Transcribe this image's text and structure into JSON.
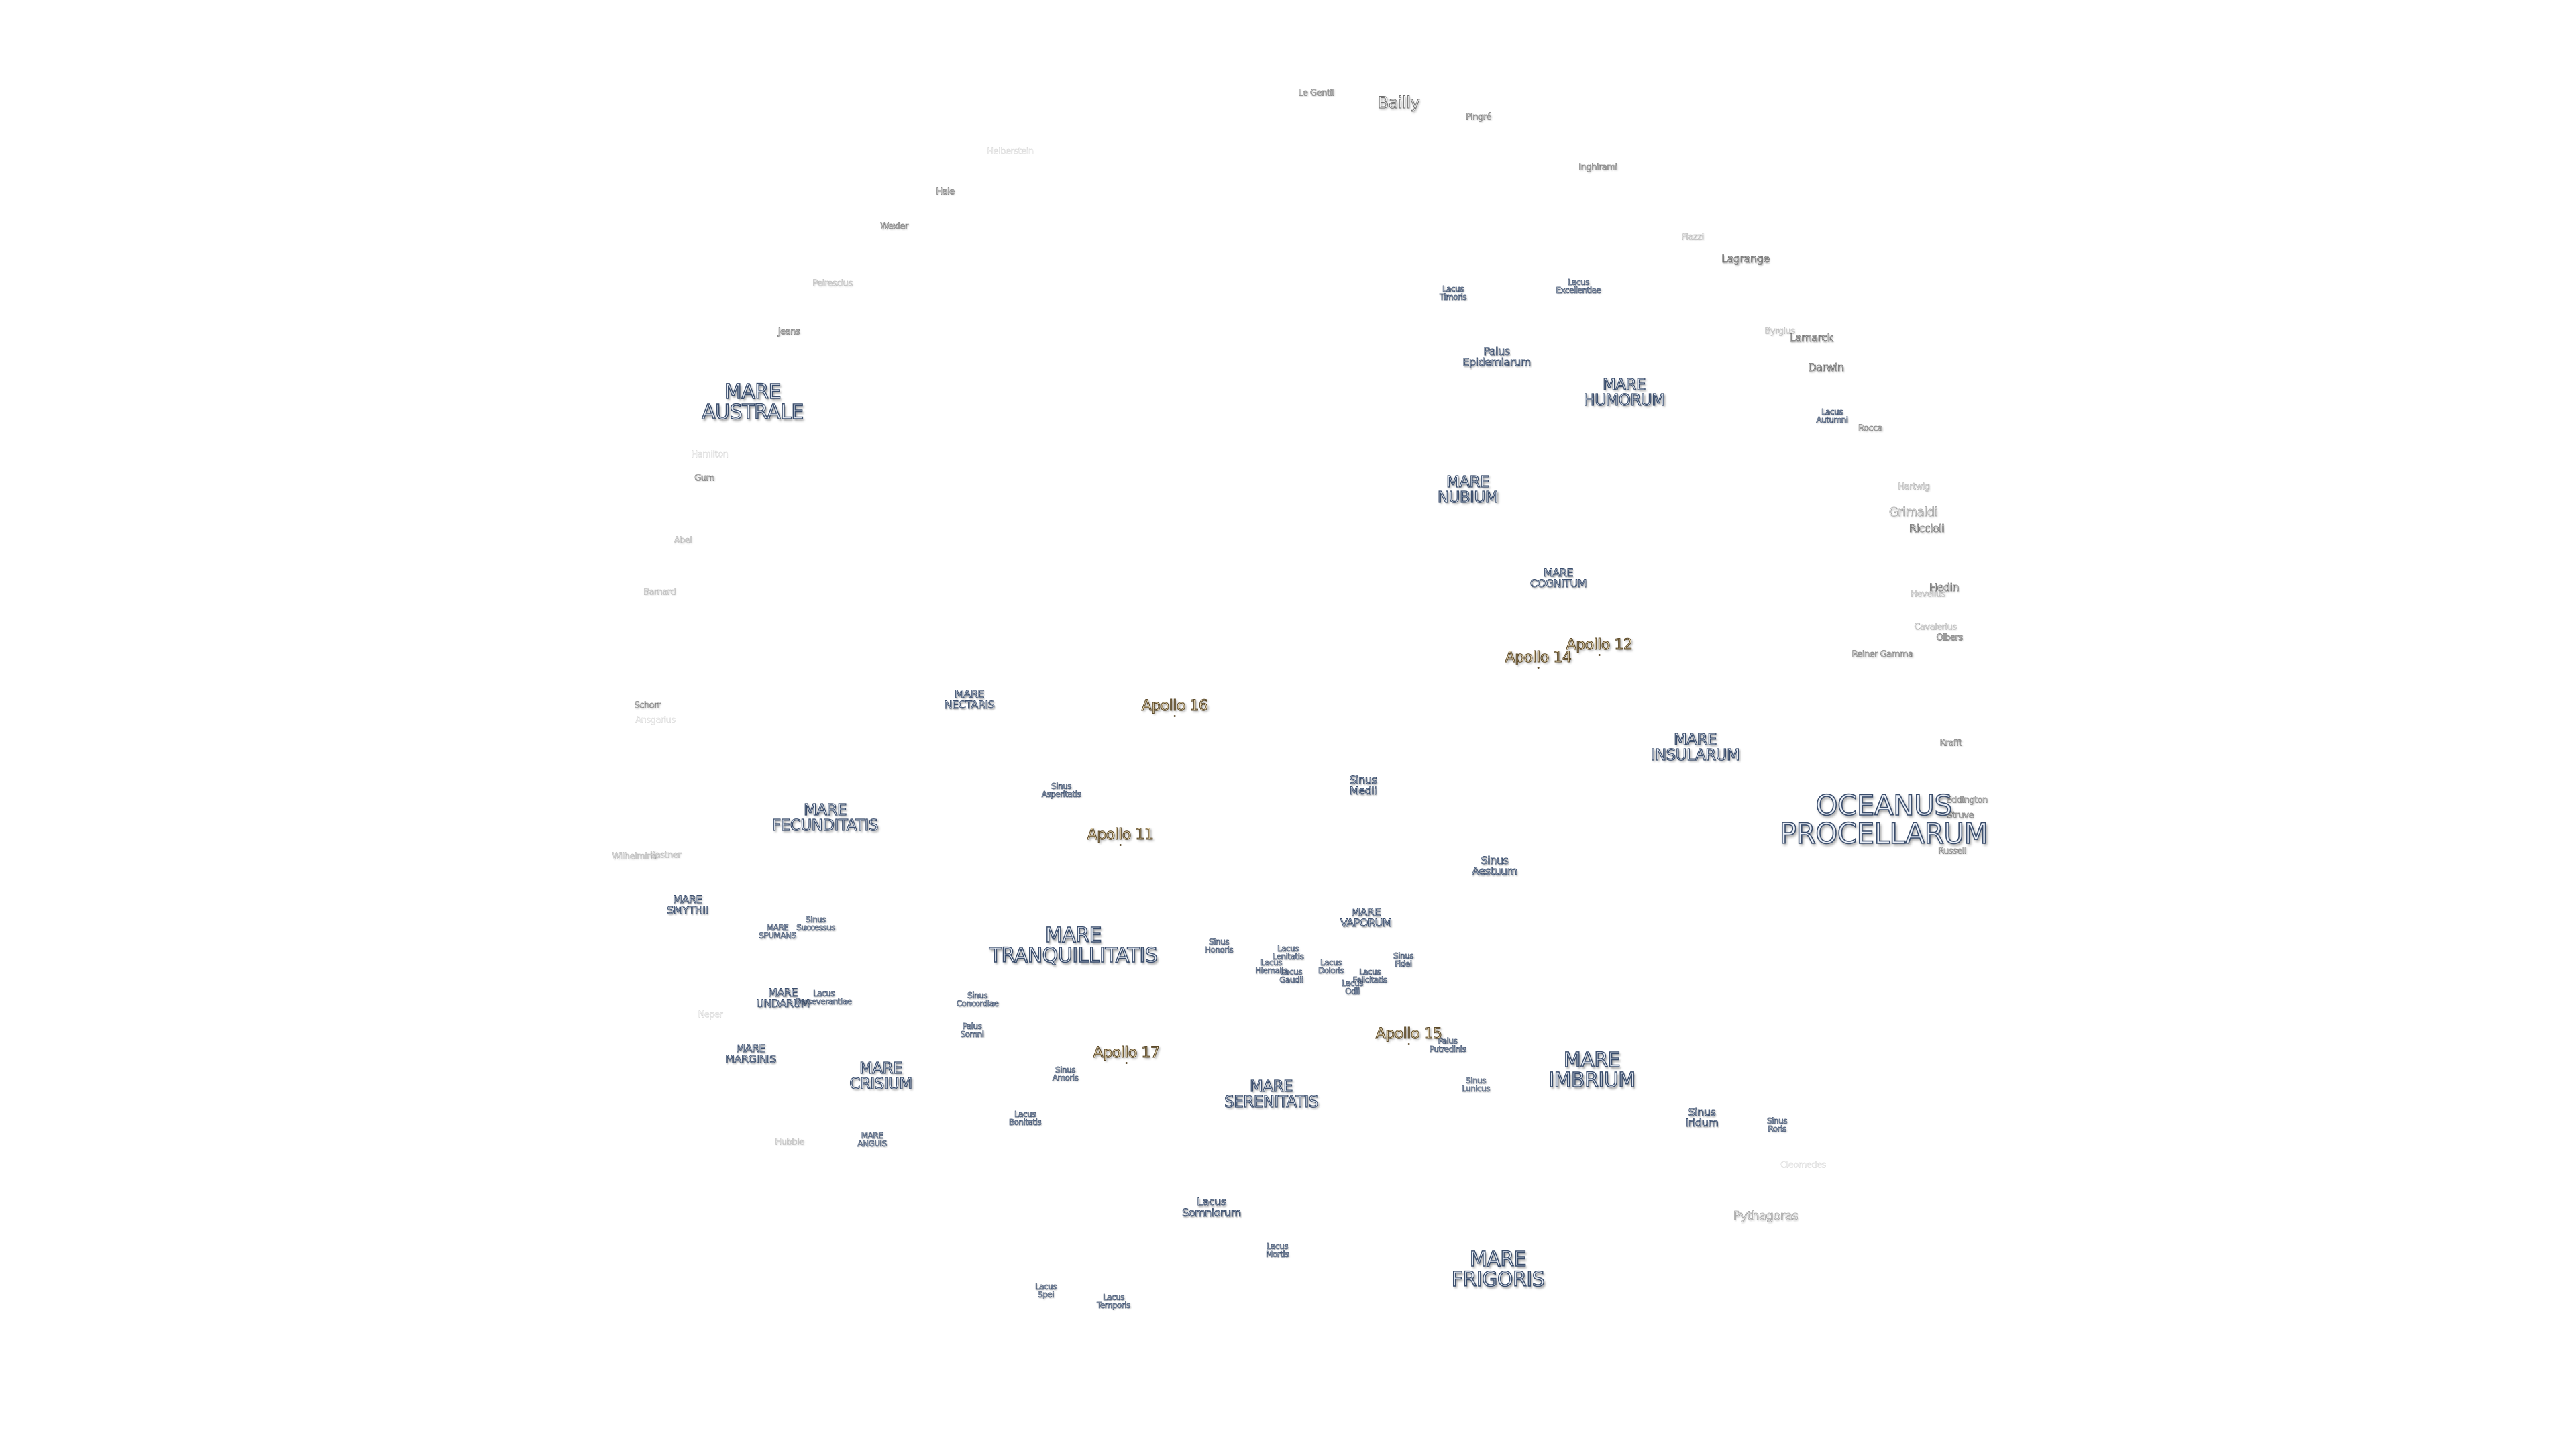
{
  "maria": [
    {
      "text": "OCEANUS\nPROCELLARUM",
      "cls": "l5",
      "name": "oceanus-procellarum"
    },
    {
      "text": "MARE\nAUSTRALE",
      "cls": "l1",
      "name": "mare-australe"
    },
    {
      "text": "MARE\nIMBRIUM",
      "cls": "l1",
      "name": "mare-imbrium"
    },
    {
      "text": "MARE\nFRIGORIS",
      "cls": "l1",
      "name": "mare-frigoris"
    },
    {
      "text": "MARE\nTRANQUILLITATIS",
      "cls": "l1",
      "name": "mare-tranquillitatis"
    },
    {
      "text": "MARE\nFECUNDITATIS",
      "cls": "l2",
      "name": "mare-fecunditatis"
    },
    {
      "text": "MARE\nCRISIUM",
      "cls": "l2",
      "name": "mare-crisium"
    },
    {
      "text": "MARE\nSERENITATIS",
      "cls": "l2",
      "name": "mare-serenitatis"
    },
    {
      "text": "MARE\nNUBIUM",
      "cls": "l2",
      "name": "mare-nubium"
    },
    {
      "text": "MARE\nHUMORUM",
      "cls": "l2",
      "name": "mare-humorum"
    },
    {
      "text": "MARE\nINSULARUM",
      "cls": "l2",
      "name": "mare-insularum"
    },
    {
      "text": "MARE\nCOGNITUM",
      "cls": "l3",
      "name": "mare-cognitum"
    },
    {
      "text": "MARE\nNECTARIS",
      "cls": "l3",
      "name": "mare-nectaris"
    },
    {
      "text": "MARE\nVAPORUM",
      "cls": "l3",
      "name": "mare-vaporum"
    },
    {
      "text": "MARE\nSMYTHII",
      "cls": "l3",
      "name": "mare-smythii"
    },
    {
      "text": "MARE\nUNDARUM",
      "cls": "l3",
      "name": "mare-undarum"
    },
    {
      "text": "MARE\nMARGINIS",
      "cls": "l3",
      "name": "mare-marginis"
    },
    {
      "text": "MARE\nSPUMANS",
      "cls": "l4",
      "name": "mare-spumans"
    },
    {
      "text": "MARE\nANGUIS",
      "cls": "l4",
      "name": "mare-anguis"
    },
    {
      "text": "Palus\nEpidemiarum",
      "cls": "l3",
      "name": "palus-epidemiarum"
    },
    {
      "text": "Palus\nSomni",
      "cls": "l4",
      "name": "palus-somni"
    },
    {
      "text": "Palus\nPutredinis",
      "cls": "l4",
      "name": "palus-putredinis"
    },
    {
      "text": "Sinus\nMedii",
      "cls": "l3",
      "name": "sinus-medii"
    },
    {
      "text": "Sinus\nAestuum",
      "cls": "l3",
      "name": "sinus-aestuum"
    },
    {
      "text": "Sinus\nIridum",
      "cls": "l3",
      "name": "sinus-iridum"
    },
    {
      "text": "Sinus\nRoris",
      "cls": "l4",
      "name": "sinus-roris"
    },
    {
      "text": "Sinus\nAsperitatis",
      "cls": "l4",
      "name": "sinus-asperitatis"
    },
    {
      "text": "Sinus\nConcordiae",
      "cls": "l4",
      "name": "sinus-concordiae"
    },
    {
      "text": "Sinus\nAmoris",
      "cls": "l4",
      "name": "sinus-amoris"
    },
    {
      "text": "Sinus\nSuccessus",
      "cls": "l4",
      "name": "sinus-successus"
    },
    {
      "text": "Sinus\nHonoris",
      "cls": "l4",
      "name": "sinus-honoris"
    },
    {
      "text": "Sinus\nFidei",
      "cls": "l4",
      "name": "sinus-fidei"
    },
    {
      "text": "Sinus\nLunicus",
      "cls": "l4",
      "name": "sinus-lunicus"
    },
    {
      "text": "Lacus\nSomniorum",
      "cls": "l3",
      "name": "lacus-somniorum"
    },
    {
      "text": "Lacus\nMortis",
      "cls": "l4",
      "name": "lacus-mortis"
    },
    {
      "text": "Lacus\nTemporis",
      "cls": "l4",
      "name": "lacus-temporis"
    },
    {
      "text": "Lacus\nSpei",
      "cls": "l4",
      "name": "lacus-spei"
    },
    {
      "text": "Lacus\nBonitatis",
      "cls": "l4",
      "name": "lacus-bonitatis"
    },
    {
      "text": "Lacus\nTimoris",
      "cls": "l4",
      "name": "lacus-timoris"
    },
    {
      "text": "Lacus\nExcellentiae",
      "cls": "l4",
      "name": "lacus-excellentiae"
    },
    {
      "text": "Lacus\nAutumni",
      "cls": "l4",
      "name": "lacus-autumni"
    },
    {
      "text": "Lacus\nPerseverantiae",
      "cls": "l4",
      "name": "lacus-perseverantiae"
    },
    {
      "text": "Lacus\nLenitatis",
      "cls": "l4",
      "name": "lacus-lenitatis"
    },
    {
      "text": "Lacus\nHiemalis",
      "cls": "l4",
      "name": "lacus-hiemalis"
    },
    {
      "text": "Lacus\nGaudii",
      "cls": "l4",
      "name": "lacus-gaudii"
    },
    {
      "text": "Lacus\nDoloris",
      "cls": "l4",
      "name": "lacus-doloris"
    },
    {
      "text": "Lacus\nOdii",
      "cls": "l4",
      "name": "lacus-odii"
    },
    {
      "text": "Lacus\nFelicitatis",
      "cls": "l4",
      "name": "lacus-felicitatis"
    }
  ],
  "craters": [
    {
      "text": "Bailly",
      "cls": "cL",
      "name": "crater-bailly"
    },
    {
      "text": "Le Gentil",
      "cls": "cB",
      "name": "crater-le-gentil"
    },
    {
      "text": "Pingré",
      "cls": "cB",
      "name": "crater-pingre"
    },
    {
      "text": "Inghirami",
      "cls": "cB",
      "name": "crater-inghirami"
    },
    {
      "text": "Piazzi",
      "cls": "cC",
      "name": "crater-piazzi"
    },
    {
      "text": "Lagrange",
      "cls": "cA",
      "name": "crater-lagrange"
    },
    {
      "text": "Byrgius",
      "cls": "cC",
      "name": "crater-byrgius"
    },
    {
      "text": "Lamarck",
      "cls": "cA",
      "name": "crater-lamarck"
    },
    {
      "text": "Darwin",
      "cls": "cA",
      "name": "crater-darwin"
    },
    {
      "text": "Rocca",
      "cls": "cB",
      "name": "crater-rocca"
    },
    {
      "text": "Hartwig",
      "cls": "cC",
      "name": "crater-hartwig"
    },
    {
      "text": "Grimaldi",
      "cls": "cM",
      "name": "crater-grimaldi"
    },
    {
      "text": "Riccioli",
      "cls": "cA",
      "name": "crater-riccioli"
    },
    {
      "text": "Hevelius",
      "cls": "cC",
      "name": "crater-hevelius"
    },
    {
      "text": "Hedin",
      "cls": "cA",
      "name": "crater-hedin"
    },
    {
      "text": "Cavalerius",
      "cls": "cC",
      "name": "crater-cavalerius"
    },
    {
      "text": "Olbers",
      "cls": "cB",
      "name": "crater-olbers"
    },
    {
      "text": "Reiner Gamma",
      "cls": "cB",
      "name": "crater-reiner-gamma"
    },
    {
      "text": "Krafft",
      "cls": "cB",
      "name": "crater-krafft"
    },
    {
      "text": "Eddington",
      "cls": "cB",
      "name": "crater-eddington"
    },
    {
      "text": "Struve",
      "cls": "cB",
      "name": "crater-struve"
    },
    {
      "text": "Russell",
      "cls": "cB",
      "name": "crater-russell"
    },
    {
      "text": "Cleomedes",
      "cls": "cD",
      "name": "crater-cleomedes"
    },
    {
      "text": "Pythagoras",
      "cls": "cM",
      "name": "crater-pythagoras"
    },
    {
      "text": "Hubble",
      "cls": "cC",
      "name": "crater-hubble"
    },
    {
      "text": "Neper",
      "cls": "cD",
      "name": "crater-neper"
    },
    {
      "text": "Wilhelmina",
      "cls": "cC",
      "name": "crater-wilhelmina"
    },
    {
      "text": "Kastner",
      "cls": "cC",
      "name": "crater-kastner"
    },
    {
      "text": "Schorr",
      "cls": "cB",
      "name": "crater-schorr"
    },
    {
      "text": "Ansgarius",
      "cls": "cD",
      "name": "crater-ansgarius"
    },
    {
      "text": "Barnard",
      "cls": "cC",
      "name": "crater-barnard"
    },
    {
      "text": "Abel",
      "cls": "cC",
      "name": "crater-abel"
    },
    {
      "text": "Gum",
      "cls": "cB",
      "name": "crater-gum"
    },
    {
      "text": "Hamilton",
      "cls": "cD",
      "name": "crater-hamilton"
    },
    {
      "text": "Jeans",
      "cls": "cB",
      "name": "crater-jeans"
    },
    {
      "text": "Peirescius",
      "cls": "cC",
      "name": "crater-peirescius"
    },
    {
      "text": "Wexler",
      "cls": "cB",
      "name": "crater-wexler"
    },
    {
      "text": "Hale",
      "cls": "cB",
      "name": "crater-hale"
    },
    {
      "text": "Helberstein",
      "cls": "cD",
      "name": "crater-helberstein"
    }
  ],
  "apollo": [
    {
      "text": "Apollo 11",
      "name": "apollo-11-site"
    },
    {
      "text": "Apollo 12",
      "name": "apollo-12-site"
    },
    {
      "text": "Apollo 14",
      "name": "apollo-14-site"
    },
    {
      "text": "Apollo 15",
      "name": "apollo-15-site"
    },
    {
      "text": "Apollo 16",
      "name": "apollo-16-site"
    },
    {
      "text": "Apollo 17",
      "name": "apollo-17-site"
    }
  ]
}
